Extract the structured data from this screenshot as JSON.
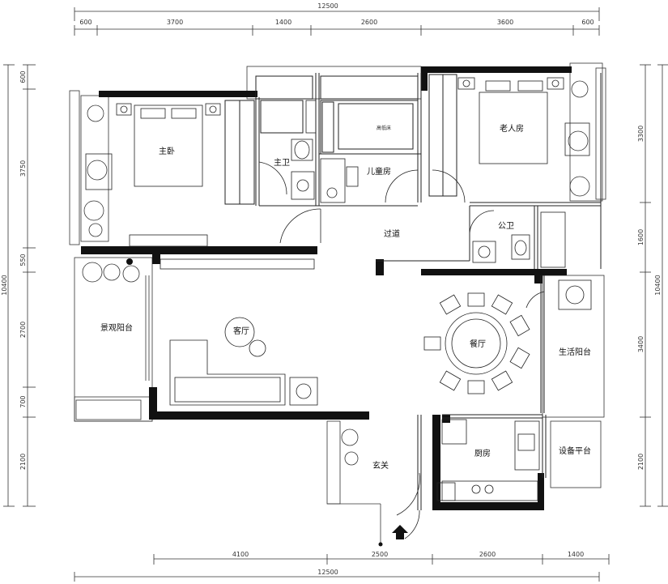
{
  "rooms": {
    "master_bedroom": "主卧",
    "master_bath": "主卫",
    "kids_room": "儿童房",
    "elder_room": "老人房",
    "corridor": "过道",
    "public_bath": "公卫",
    "living_room": "客厅",
    "landscape_balcony": "景观阳台",
    "dining_room": "餐厅",
    "living_balcony": "生活阳台",
    "kitchen": "厨房",
    "equipment_platform": "设备平台",
    "entrance": "玄关",
    "bunk_bed_label": "高低床"
  },
  "dimensions": {
    "top_total": "12500",
    "top_segments": [
      "600",
      "3700",
      "1400",
      "2600",
      "3600",
      "600"
    ],
    "bottom_total": "12500",
    "bottom_segments": [
      "4100",
      "2500",
      "2600",
      "1400"
    ],
    "left_total": "10400",
    "left_segments": [
      "600",
      "3750",
      "550",
      "2700",
      "700",
      "2100"
    ],
    "right_total": "10400",
    "right_segments": [
      "3300",
      "1600",
      "3400",
      "2100"
    ]
  },
  "colors": {
    "wall": "#111111",
    "line": "#333333",
    "background": "#ffffff"
  }
}
